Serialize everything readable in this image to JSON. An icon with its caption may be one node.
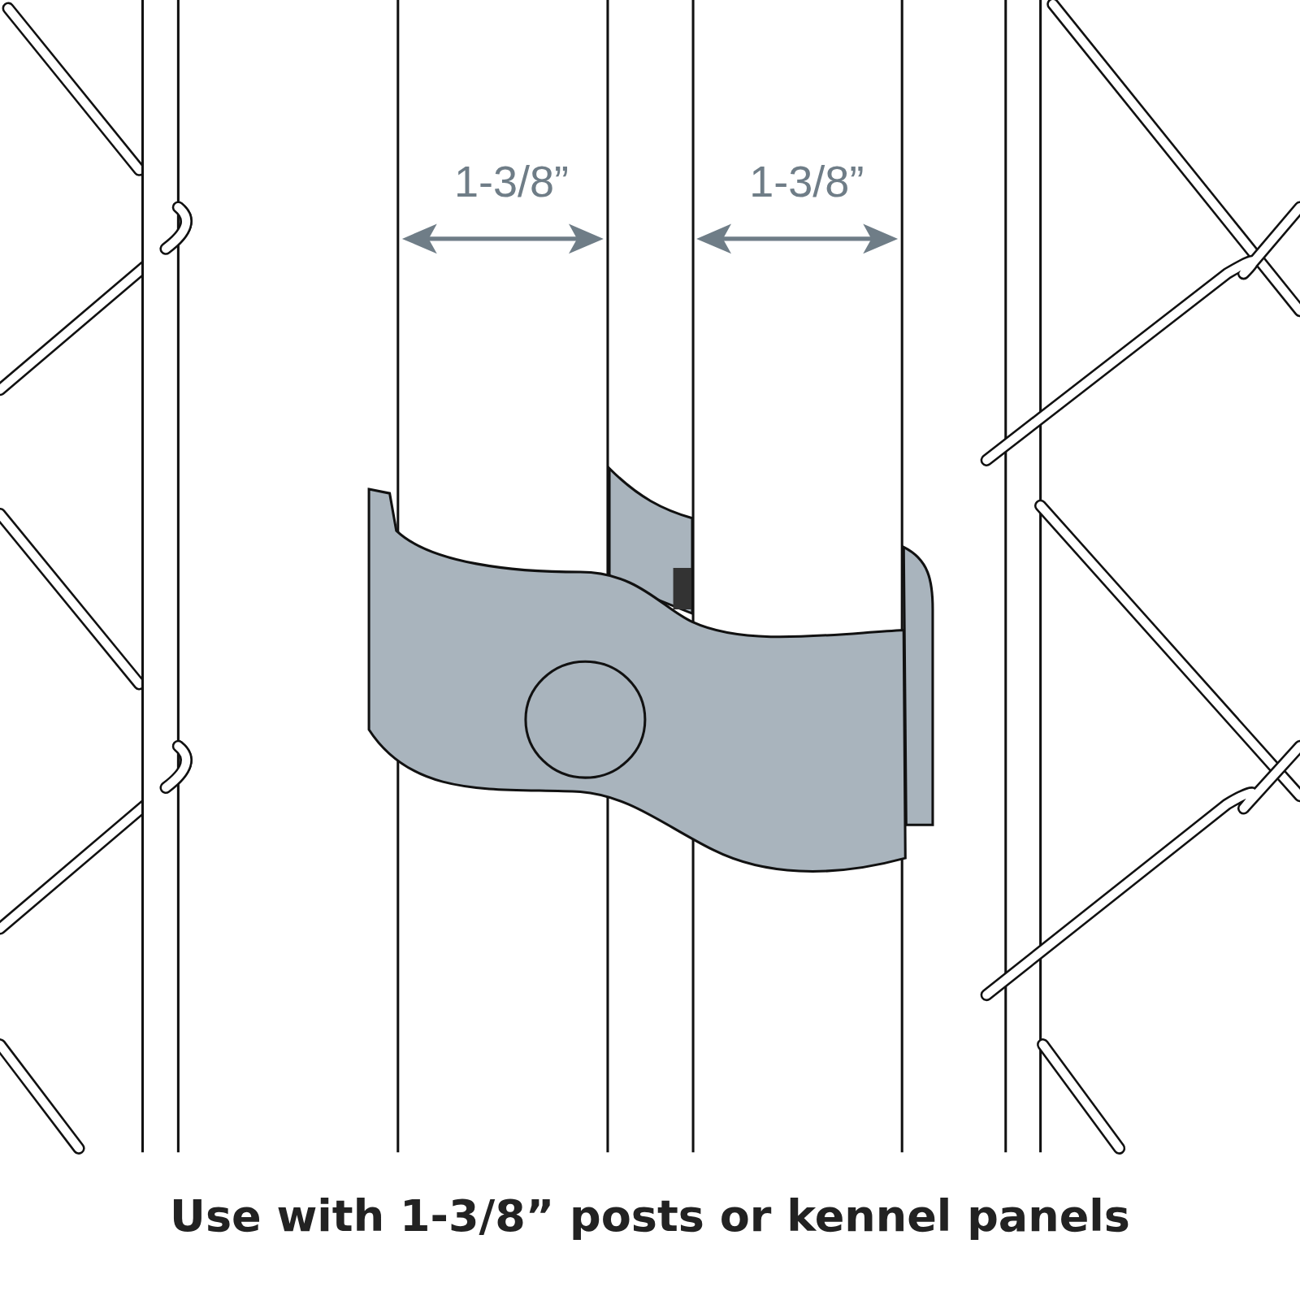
{
  "diagram": {
    "caption": "Use with 1-3/8” posts or kennel panels",
    "labels": [
      "1-3/8”",
      "1-3/8”"
    ]
  }
}
